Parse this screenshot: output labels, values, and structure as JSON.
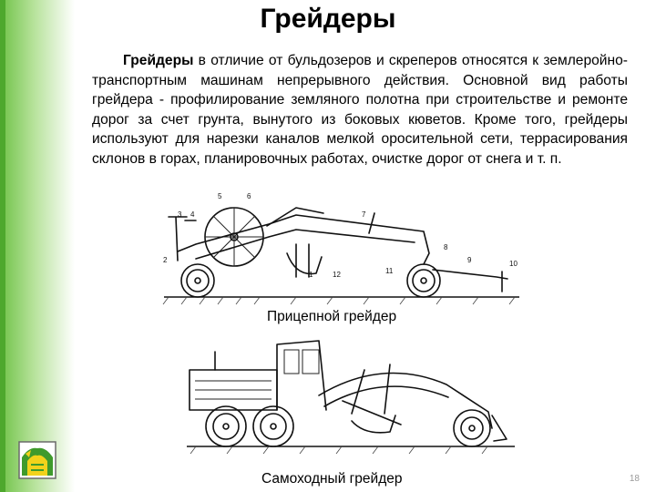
{
  "slide": {
    "title": "Грейдеры",
    "paragraph_lead": "Грейдеры",
    "paragraph_rest": " в отличие от бульдозеров и скреперов относятся к землеройно-транспортным машинам непрерывного действия. Основной вид работы грейдера - профилирование земляного полотна при строительстве и ремонте дорог за счет грунта, вынутого из боковых кюветов. Кроме того, грейдеры используют для нарезки каналов мелкой оросительной сети, террасирования склонов в горах, планировочных работах, очистке дорог от снега и т. п.",
    "page_number": "18"
  },
  "figures": {
    "towed": {
      "caption": "Прицепной грейдер",
      "labels": [
        "1",
        "2",
        "3",
        "4",
        "5",
        "6",
        "7",
        "8",
        "9",
        "10",
        "11",
        "12"
      ]
    },
    "self_propelled": {
      "caption": "Самоходный грейдер"
    }
  },
  "colors": {
    "accent_band": "#6fc247",
    "accent_band_dark": "#4ea82d",
    "page_number": "#9a9a9a"
  },
  "icons": {
    "logo": "university-logo"
  }
}
